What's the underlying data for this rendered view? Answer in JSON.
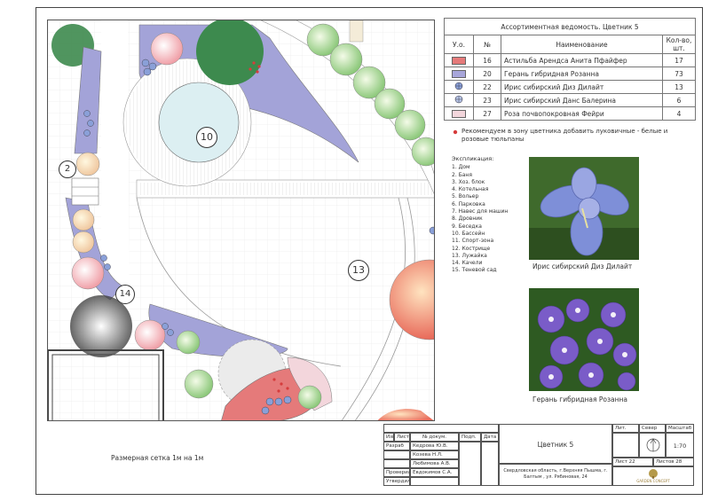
{
  "table": {
    "title": "Ассортиментная ведомость. Цветник 5",
    "headers": {
      "uo": "У.о.",
      "num": "№",
      "name": "Наименование",
      "qty": "Кол-во, шт."
    },
    "rows": [
      {
        "num": "16",
        "name": "Астильба Арендса Анита Пфайфер",
        "qty": "17",
        "color": "#e57a7a"
      },
      {
        "num": "20",
        "name": "Герань гибридная Розанна",
        "qty": "73",
        "color": "#a8a6da"
      },
      {
        "num": "22",
        "name": "Ирис сибирский Диз Дилайт",
        "qty": "13",
        "icon": "iris-icon"
      },
      {
        "num": "23",
        "name": "Ирис сибирский Данс Балерина",
        "qty": "6",
        "icon": "iris-icon"
      },
      {
        "num": "27",
        "name": "Роза почвопокровная Фейри",
        "qty": "4",
        "color": "#f3d6dc"
      }
    ]
  },
  "recommendation": "Рекомендуем в зону цветника добавить луковичные - белые и розовые тюльпаны",
  "explication": {
    "title": "Экспликация:",
    "items": [
      "1. Дом",
      "2. Баня",
      "3. Хоз. блок",
      "4. Котельная",
      "5. Вольер",
      "6. Парковка",
      "7. Навес для машин",
      "8. Дровник",
      "9. Беседка",
      "10. Бассейн",
      "11. Спорт-зона",
      "12. Кострище",
      "13. Лужайка",
      "14. Качели",
      "15. Теневой сад"
    ]
  },
  "photos": {
    "iris_caption": "Ирис сибирский Диз Дилайт",
    "geranium_caption": "Герань гибридная Розанна"
  },
  "plan": {
    "labels": {
      "n2": "2",
      "n10": "10",
      "n13": "13",
      "n14": "14"
    },
    "grid_note": "Размерная сетка 1м на 1м"
  },
  "stamp": {
    "headers": {
      "izm": "Изм",
      "list": "Лист",
      "doc": "№ докум.",
      "sign": "Подп.",
      "date": "Дата"
    },
    "roles": [
      "Разраб",
      "",
      "",
      "Проверил",
      "Утвердил"
    ],
    "names": [
      "Кедрова Ю.В.",
      "Козева Н.Л.",
      "Любимова А.В.",
      "Евдокимов С.А.",
      ""
    ],
    "title": "Цветник 5",
    "address": "Свердловская область, г.Верхняя Пышма, г. Балтым , ул. Рябиновая, 24",
    "lit": "Лит.",
    "sever": "Север",
    "masshtab": "Масштаб",
    "scale": "1:70",
    "sheet": "Лист 22",
    "sheets": "Листов 28",
    "logo": "GARDEN CONCEPT"
  },
  "colors": {
    "lavender": "#a3a3d8",
    "pink": "#e57a7a",
    "green": "#3d8a4e"
  }
}
